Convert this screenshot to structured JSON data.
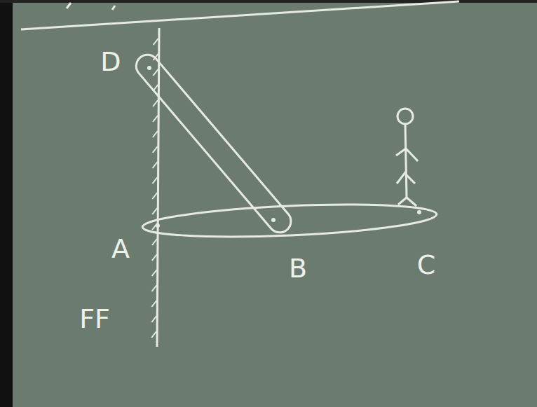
{
  "diagram": {
    "labels": [
      "D",
      "A",
      "B",
      "C",
      "FF"
    ]
  }
}
